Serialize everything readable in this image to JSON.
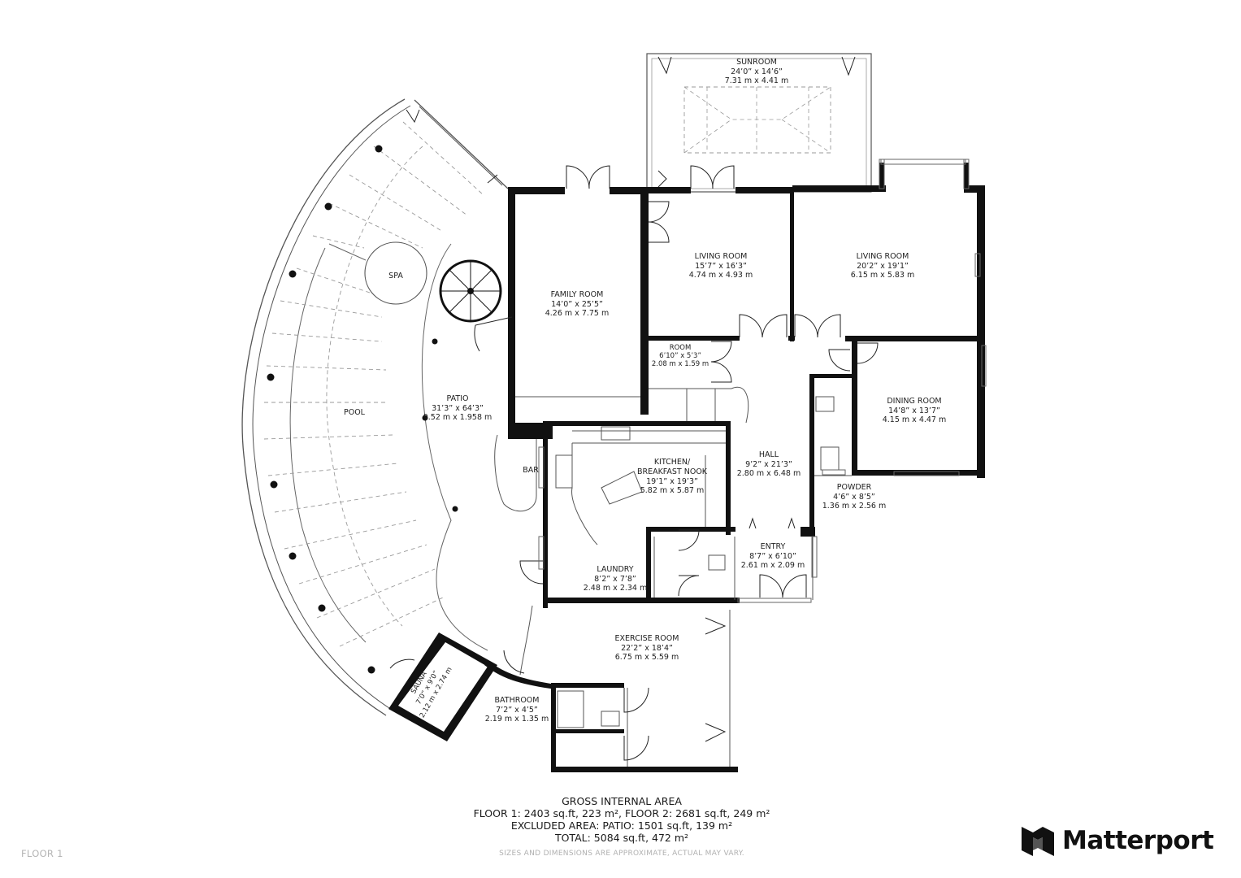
{
  "rooms": {
    "sunroom": {
      "name": "SUNROOM",
      "imperial": "24’0” x 14’6”",
      "metric": "7.31 m x 4.41 m"
    },
    "living1": {
      "name": "LIVING ROOM",
      "imperial": "15’7” x 16’3”",
      "metric": "4.74 m x 4.93 m"
    },
    "living2": {
      "name": "LIVING ROOM",
      "imperial": "20’2” x 19’1”",
      "metric": "6.15 m x 5.83 m"
    },
    "family": {
      "name": "FAMILY ROOM",
      "imperial": "14’0” x 25’5”",
      "metric": "4.26 m x 7.75 m"
    },
    "room": {
      "name": "ROOM",
      "imperial": "6’10” x 5’3”",
      "metric": "2.08 m x 1.59 m"
    },
    "spa": {
      "name": "SPA"
    },
    "pool": {
      "name": "POOL"
    },
    "patio": {
      "name": "PATIO",
      "imperial": "31’3” x 64’3”",
      "metric": "9.52 m x 1.958 m"
    },
    "bar": {
      "name": "BAR"
    },
    "kitchen": {
      "name1": "KITCHEN/",
      "name2": "BREAKFAST NOOK",
      "imperial": "19’1” x 19’3”",
      "metric": "5.82 m x 5.87 m"
    },
    "hall": {
      "name": "HALL",
      "imperial": "9’2” x 21’3”",
      "metric": "2.80 m x 6.48 m"
    },
    "dining": {
      "name": "DINING ROOM",
      "imperial": "14’8” x 13’7”",
      "metric": "4.15 m x 4.47 m"
    },
    "powder": {
      "name": "POWDER",
      "imperial": "4’6” x 8’5”",
      "metric": "1.36 m x 2.56 m"
    },
    "entry": {
      "name": "ENTRY",
      "imperial": "8’7” x 6’10”",
      "metric": "2.61 m x 2.09 m"
    },
    "laundry": {
      "name": "LAUNDRY",
      "imperial": "8’2” x 7’8”",
      "metric": "2.48 m x 2.34 m"
    },
    "exercise": {
      "name": "EXERCISE ROOM",
      "imperial": "22’2” x 18’4”",
      "metric": "6.75 m x 5.59 m"
    },
    "sauna": {
      "name": "SAUNA",
      "imperial": "7’0” x 9’0”",
      "metric": "2.12 m x 2.74 m"
    },
    "bathroom": {
      "name": "BATHROOM",
      "imperial": "7’2” x 4’5”",
      "metric": "2.19 m x 1.35 m"
    }
  },
  "area": {
    "heading": "GROSS INTERNAL AREA",
    "line1": "FLOOR 1: 2403 sq.ft, 223 m², FLOOR 2: 2681 sq.ft, 249 m²",
    "line2": "EXCLUDED AREA: PATIO: 1501 sq.ft, 139 m²",
    "line3": "TOTAL: 5084 sq.ft, 472 m²"
  },
  "disclaimer": "SIZES AND DIMENSIONS ARE APPROXIMATE, ACTUAL MAY VARY.",
  "floor_label": "FLOOR 1",
  "brand": {
    "name": "Matterport",
    "logo_icon": "matterport-logo-icon"
  },
  "colors": {
    "wall": "#111111",
    "thin_line": "#555555",
    "dash": "#9a9a9a",
    "background": "#ffffff"
  }
}
